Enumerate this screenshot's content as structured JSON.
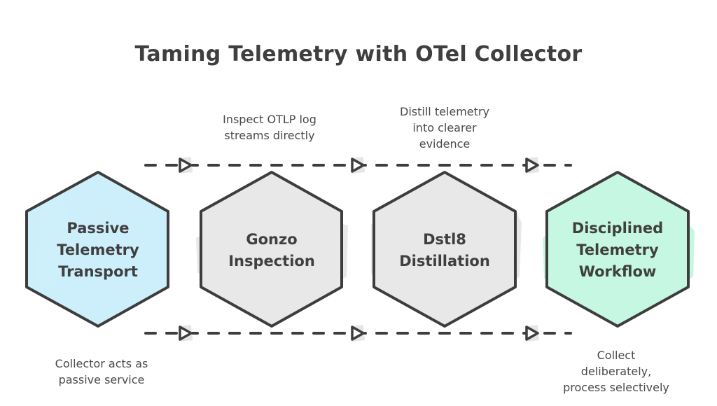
{
  "title": "Taming Telemetry with OTel Collector",
  "colors": {
    "stroke": "#3d3d3d",
    "hex_blue": "#cdeffb",
    "hex_gray": "#e8e8e8",
    "hex_green": "#c6f7e2"
  },
  "stages": [
    {
      "lines": [
        "Passive",
        "Telemetry",
        "Transport"
      ],
      "fill": "#cdeffb"
    },
    {
      "lines": [
        "Gonzo",
        "Inspection"
      ],
      "fill": "#e8e8e8"
    },
    {
      "lines": [
        "Dstl8",
        "Distillation"
      ],
      "fill": "#e8e8e8"
    },
    {
      "lines": [
        "Disciplined",
        "Telemetry",
        "Workflow"
      ],
      "fill": "#c6f7e2"
    }
  ],
  "notes": {
    "top": [
      {
        "lines": [
          "Inspect OTLP log",
          "streams directly"
        ]
      },
      {
        "lines": [
          "Distill telemetry",
          "into clearer",
          "evidence"
        ]
      }
    ],
    "bottom": [
      {
        "lines": [
          "Collector acts as",
          "passive service"
        ]
      },
      {
        "lines": [
          "Collect",
          "deliberately,",
          "process selectively"
        ]
      }
    ]
  },
  "connectors": {
    "top": {
      "arrow_icon": "triangle-arrow-right-icon",
      "style": "dashed"
    },
    "bottom": {
      "arrow_icon": "triangle-arrow-right-icon",
      "style": "dashed"
    }
  }
}
